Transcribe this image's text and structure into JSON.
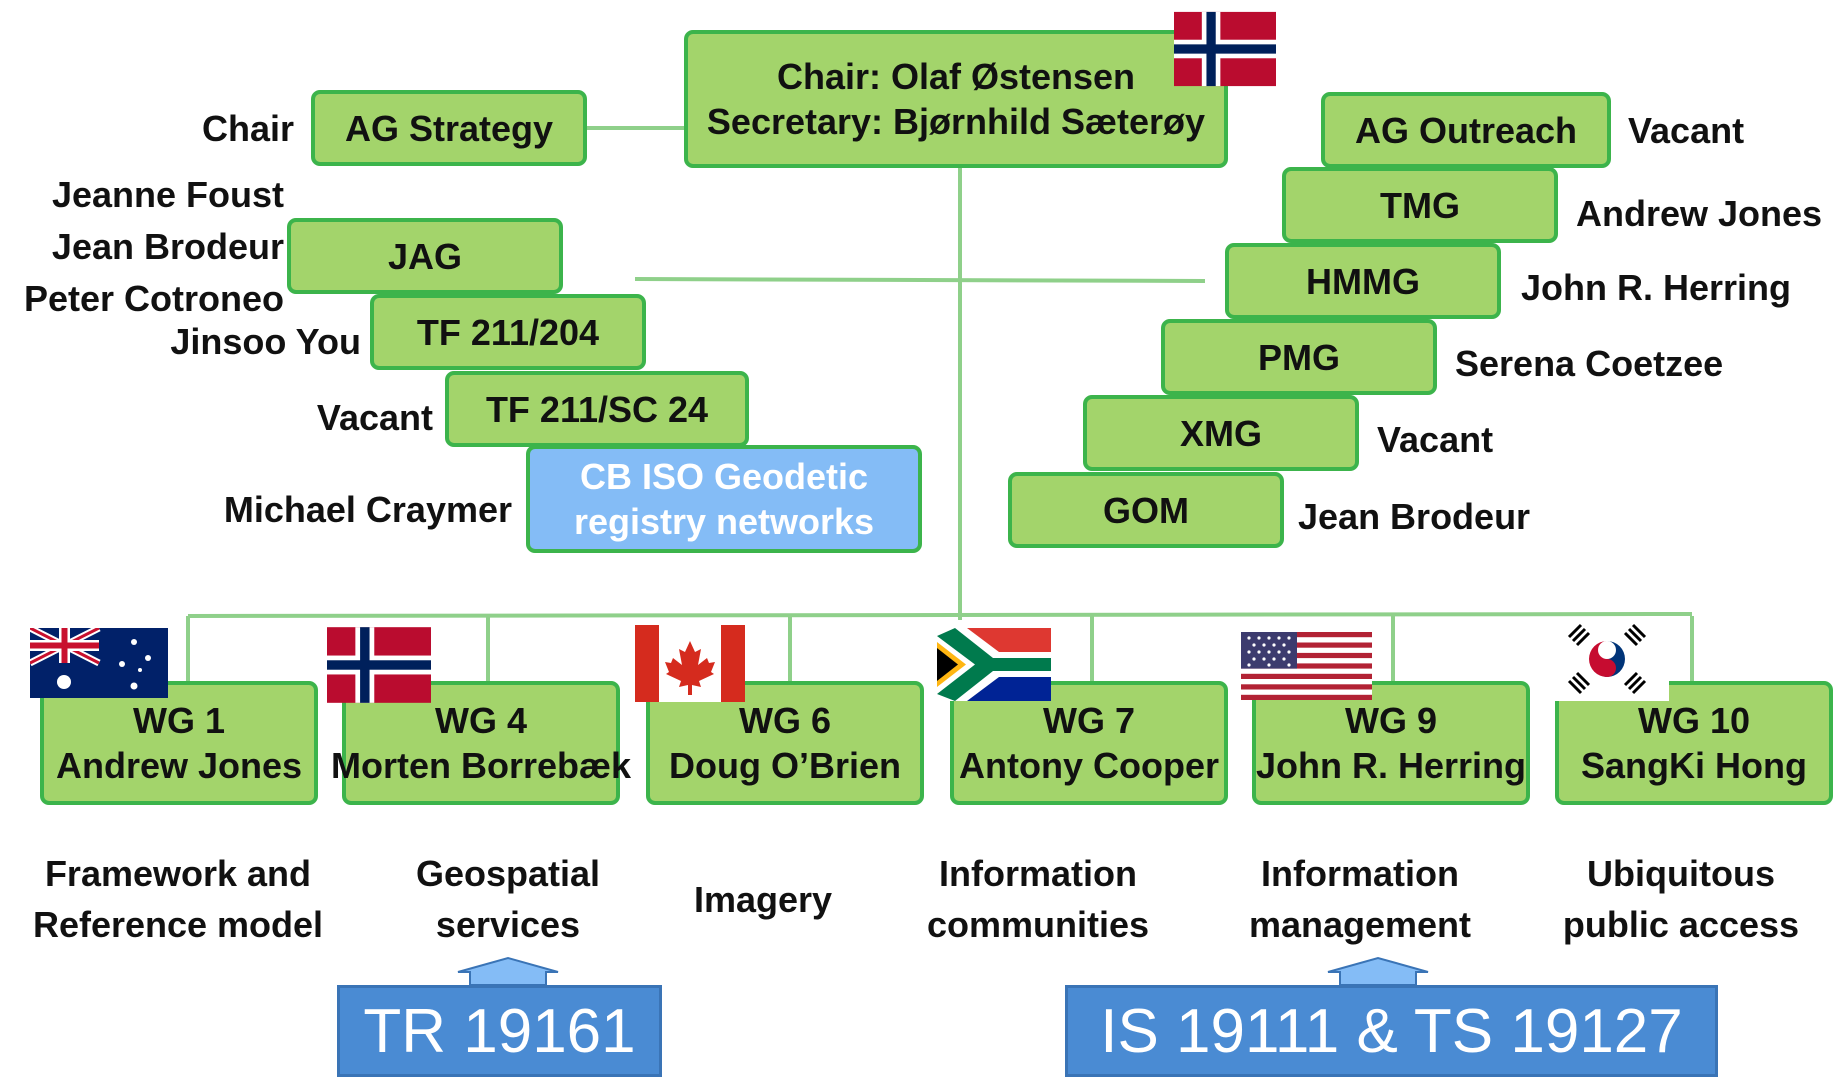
{
  "colors": {
    "box_fill": "#a3d46b",
    "box_border": "#3cb44b",
    "cb_fill": "#84bcf6",
    "std_fill": "#4a8bd3",
    "connector": "#8fd08a"
  },
  "chair_box": {
    "line1": "Chair: Olaf Østensen",
    "line2": "Secretary: Bjørnhild Sæterøy",
    "flag": "norway-flag"
  },
  "left_groups": [
    {
      "name": "AG Strategy",
      "leader": "Chair"
    },
    {
      "name": "JAG",
      "leader": "Jean Brodeur"
    },
    {
      "name": "TF 211/204",
      "leader": "Jinsoo You"
    },
    {
      "name": "TF 211/SC 24",
      "leader": "Vacant"
    }
  ],
  "jag_extra_leaders": [
    "Jeanne Foust",
    "Peter Cotroneo"
  ],
  "cb_box": {
    "line1": "CB ISO Geodetic",
    "line2": "registry networks",
    "leader": "Michael Craymer"
  },
  "right_groups": [
    {
      "name": "AG Outreach",
      "leader": "Vacant"
    },
    {
      "name": "TMG",
      "leader": "Andrew Jones"
    },
    {
      "name": "HMMG",
      "leader": "John R. Herring"
    },
    {
      "name": "PMG",
      "leader": "Serena Coetzee"
    },
    {
      "name": "XMG",
      "leader": "Vacant"
    },
    {
      "name": "GOM",
      "leader": "Jean Brodeur"
    }
  ],
  "working_groups": [
    {
      "name": "WG 1",
      "convenor": "Andrew Jones",
      "flag": "australia-flag",
      "desc1": "Framework and",
      "desc2": "Reference model"
    },
    {
      "name": "WG 4",
      "convenor": "Morten Borrebæk",
      "flag": "norway-flag",
      "desc1": "Geospatial",
      "desc2": "services"
    },
    {
      "name": "WG 6",
      "convenor": "Doug O’Brien",
      "flag": "canada-flag",
      "desc1": "Imagery",
      "desc2": ""
    },
    {
      "name": "WG 7",
      "convenor": "Antony Cooper",
      "flag": "south-africa-flag",
      "desc1": "Information",
      "desc2": "communities"
    },
    {
      "name": "WG 9",
      "convenor": "John R. Herring",
      "flag": "usa-flag",
      "desc1": "Information",
      "desc2": "management"
    },
    {
      "name": "WG 10",
      "convenor": "SangKi Hong",
      "flag": "korea-flag",
      "desc1": "Ubiquitous",
      "desc2": "public access"
    }
  ],
  "standards": [
    {
      "label": "TR 19161"
    },
    {
      "label": "IS 19111 & TS 19127"
    }
  ]
}
